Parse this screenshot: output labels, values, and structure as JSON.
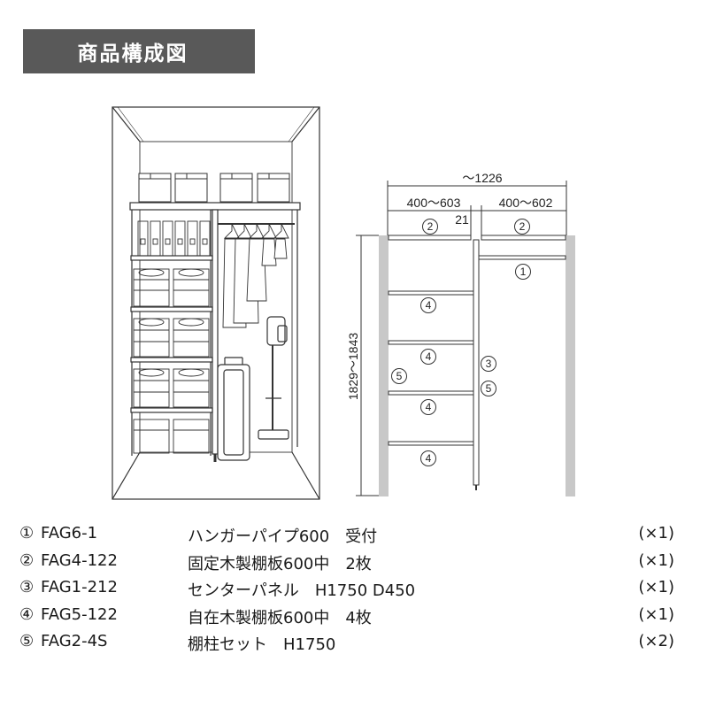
{
  "title": "商品構成図",
  "dimensions": {
    "total_width": "～1226",
    "left_width": "400～603",
    "right_width": "400～602",
    "gap": "21",
    "height": "1829～1843"
  },
  "callouts": {
    "c1": "1",
    "c2": "2",
    "c3": "3",
    "c4": "4",
    "c5": "5"
  },
  "parts": [
    {
      "num": "①",
      "code": "FAG6-1",
      "name": "ハンガーパイプ600　受付",
      "qty": "(×1)"
    },
    {
      "num": "②",
      "code": "FAG4-122",
      "name": "固定木製棚板600中　2枚",
      "qty": "(×1)"
    },
    {
      "num": "③",
      "code": "FAG1-212",
      "name": "センターパネル　H1750 D450",
      "qty": "(×1)"
    },
    {
      "num": "④",
      "code": "FAG5-122",
      "name": "自在木製棚板600中　4枚",
      "qty": "(×1)"
    },
    {
      "num": "⑤",
      "code": "FAG2-4S",
      "name": "棚柱セット　H1750",
      "qty": "(×2)"
    }
  ]
}
